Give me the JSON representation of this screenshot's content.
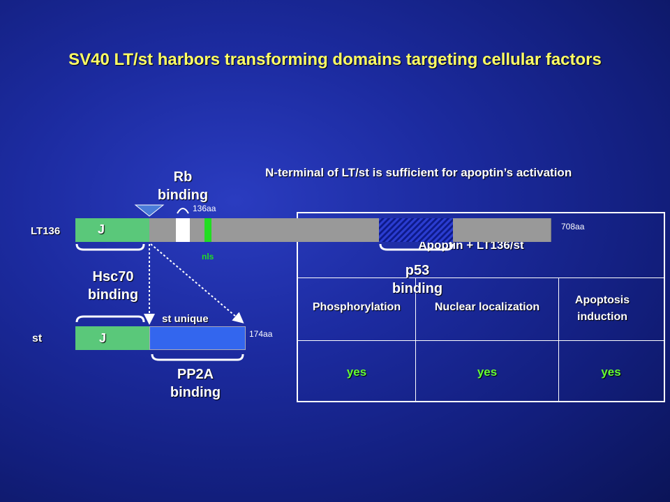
{
  "title": "SV40 LT/st harbors transforming domains targeting cellular factors",
  "subtitle": "N-terminal of LT/st is sufficient for apoptin’s activation",
  "lt": {
    "name": "LT136",
    "domain_j": "J",
    "length_136": "136aa",
    "length_708": "708aa",
    "nls": "nls"
  },
  "st": {
    "name": "st",
    "domain_j": "J",
    "unique": "st unique",
    "length": "174aa"
  },
  "annotations": {
    "rb": "Rb binding",
    "hsc70": "Hsc70 binding",
    "pp2a": "PP2A binding",
    "p53": "p53 binding"
  },
  "table": {
    "header": "Apoptin + LT136/st",
    "columns": [
      "Phosphorylation",
      "Nuclear localization",
      "Apoptosis induction"
    ],
    "values": [
      "yes",
      "yes",
      "yes"
    ]
  },
  "colors": {
    "j_domain": "#5ac87a",
    "lt_bar": "#999999",
    "st_unique": "#3366ee",
    "nls": "#22dd22",
    "title": "#ffff66",
    "values": "#66ff33"
  }
}
